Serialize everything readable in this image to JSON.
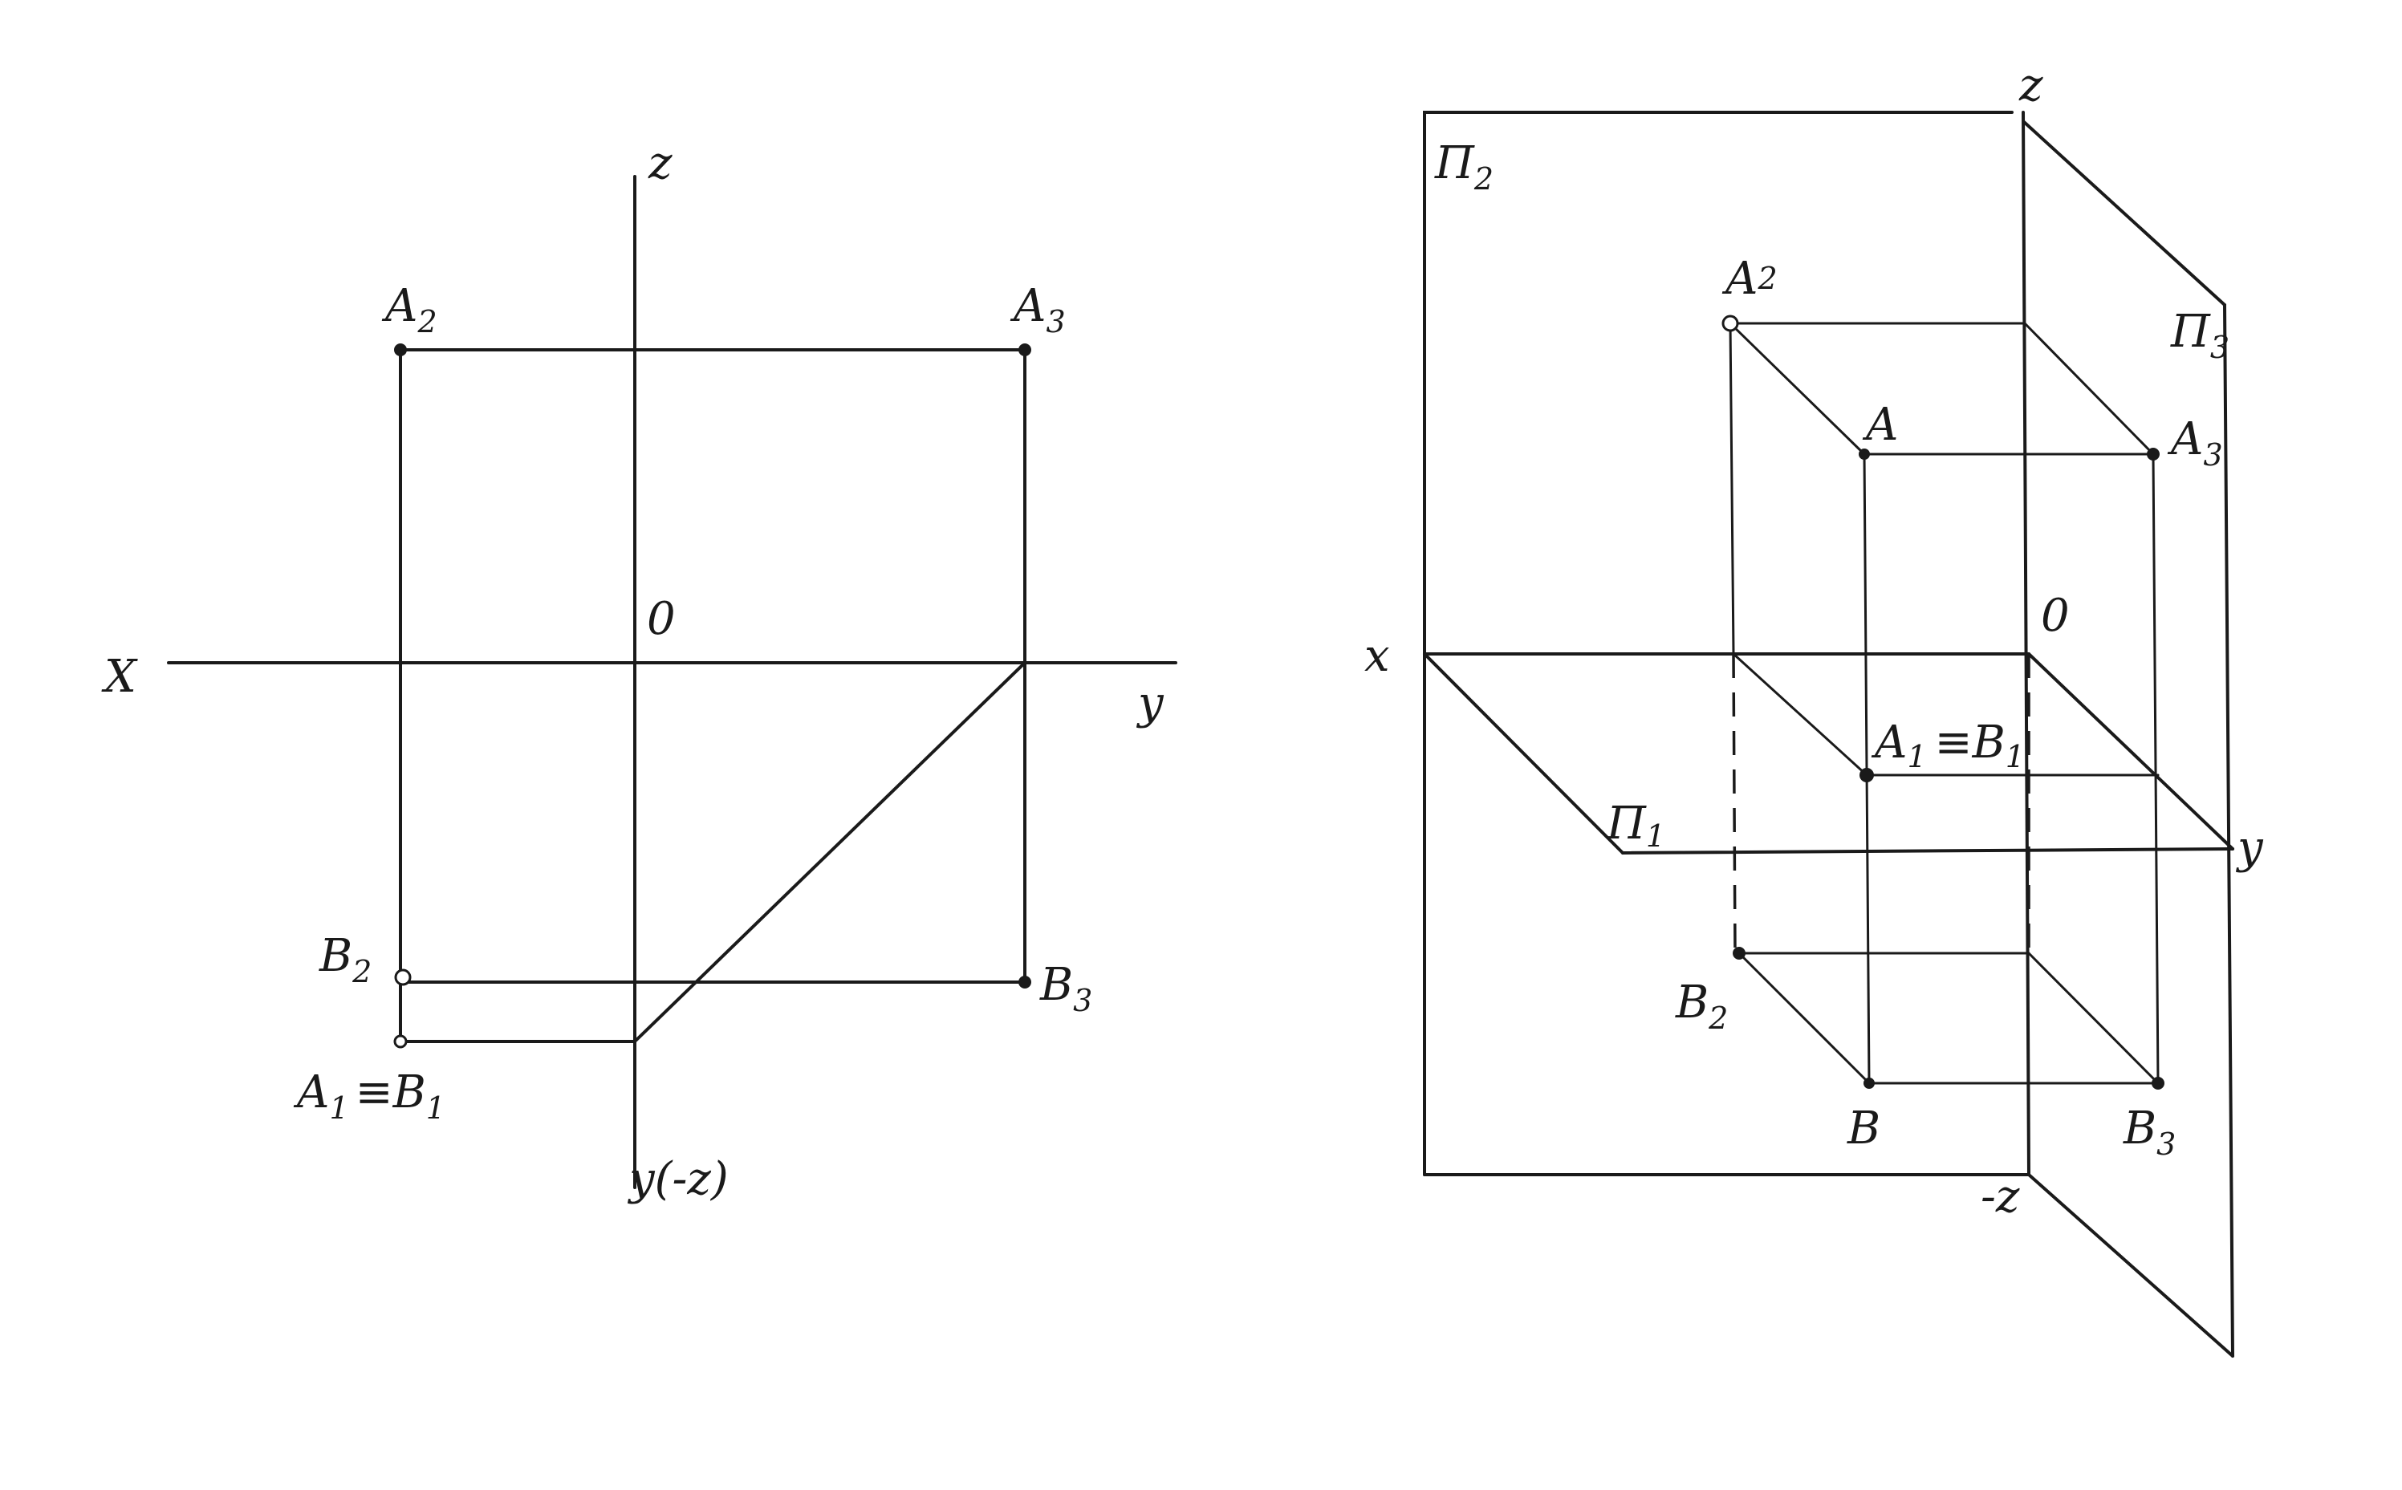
{
  "left_drawing": {
    "axes": {
      "x": "X",
      "y_horizontal": "y",
      "z": "z",
      "origin": "0",
      "y_vertical": "y(-z)"
    },
    "points": {
      "A2": {
        "letter": "A",
        "index": "2"
      },
      "A3": {
        "letter": "A",
        "index": "3"
      },
      "B2": {
        "letter": "B",
        "index": "2"
      },
      "B3": {
        "letter": "B",
        "index": "3"
      },
      "A1B1": {
        "a_letter": "A",
        "a_index": "1",
        "sep": "≡",
        "b_letter": "B",
        "b_index": "1"
      }
    }
  },
  "right_drawing": {
    "planes": {
      "P2": {
        "letter": "П",
        "index": "2"
      },
      "P3": {
        "letter": "П",
        "index": "3"
      },
      "P1": {
        "letter": "П",
        "index": "1"
      }
    },
    "axes": {
      "x": "x",
      "y": "y",
      "z": "z",
      "minus_z": "-z",
      "origin": "0"
    },
    "points": {
      "A": "A",
      "B": "B",
      "A2": {
        "letter": "A",
        "index": "2"
      },
      "A3": {
        "letter": "A",
        "index": "3"
      },
      "B2": {
        "letter": "B",
        "index": "2"
      },
      "B3": {
        "letter": "B",
        "index": "3"
      },
      "A1B1": {
        "a_letter": "A",
        "a_index": "1",
        "sep": "≡",
        "b_letter": "B",
        "b_index": "1"
      }
    }
  }
}
